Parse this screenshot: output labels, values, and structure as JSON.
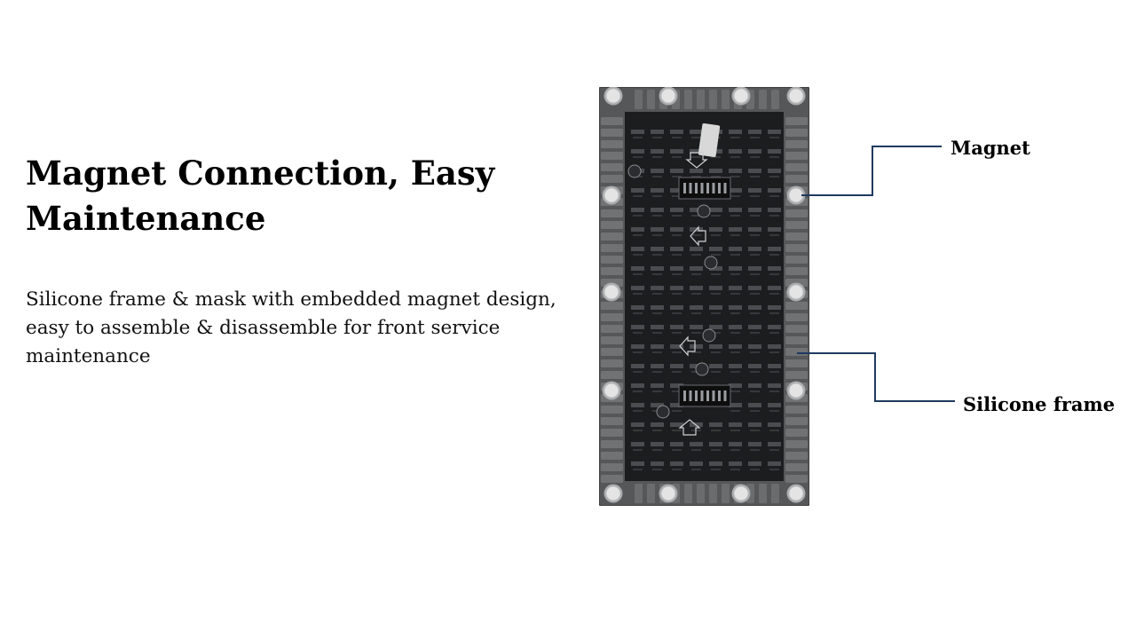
{
  "slide": {
    "title": "Magnet Connection, Easy Maintenance",
    "description": "Silicone frame & mask with embedded magnet design, easy to assemble & disassemble for front service maintenance"
  },
  "callouts": {
    "magnet_label": "Magnet",
    "frame_label": "Silicone frame",
    "line_color": "#1f3a5f"
  },
  "product": {
    "panel_color": "#555759",
    "board_color": "#1c1d1f",
    "magnet_color": "#e4e4e4"
  }
}
